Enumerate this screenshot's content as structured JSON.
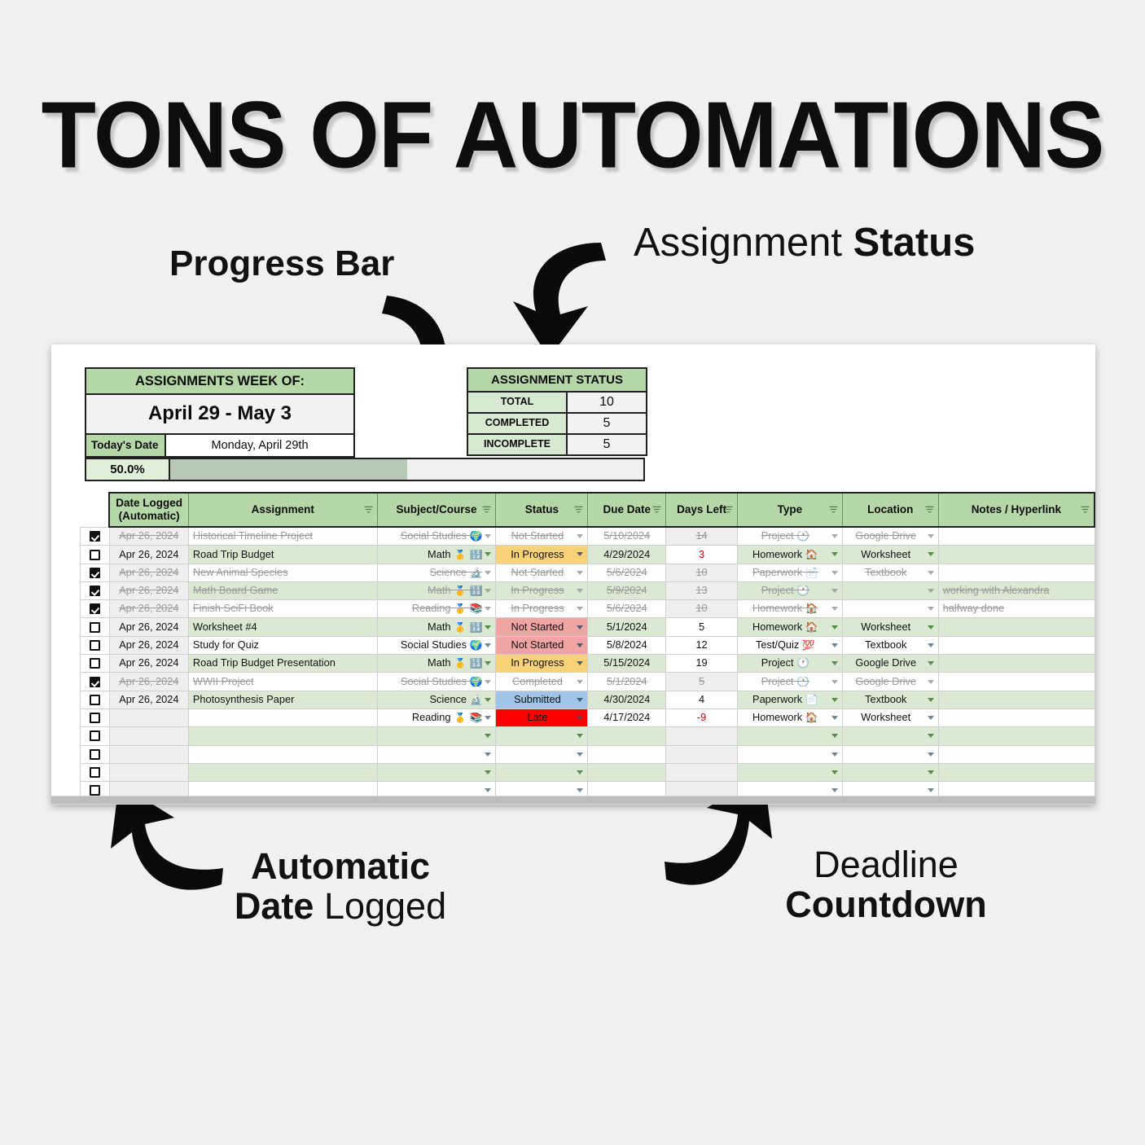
{
  "headline": "TONS OF AUTOMATIONS",
  "annotations": {
    "progress_bar": "Progress Bar",
    "assignment_status_light": "Assignment ",
    "assignment_status_bold": "Status",
    "automatic_bold": "Automatic",
    "date_bold": "Date",
    "logged_light": " Logged",
    "deadline_light": "Deadline",
    "countdown_bold": "Countdown"
  },
  "sheet": {
    "week_box": {
      "title": "ASSIGNMENTS WEEK OF:",
      "range": "April 29 - May 3",
      "today_label": "Today's Date",
      "today_value": "Monday, April 29th"
    },
    "status_box": {
      "title": "ASSIGNMENT STATUS",
      "rows": [
        {
          "key": "TOTAL",
          "value": "10"
        },
        {
          "key": "COMPLETED",
          "value": "5"
        },
        {
          "key": "INCOMPLETE",
          "value": "5"
        }
      ]
    },
    "progress": {
      "percent_label": "50.0%",
      "percent_value": 50,
      "fill_color": "#b7c9b6",
      "track_color": "#f0f0f0"
    },
    "columns": [
      "Date Logged (Automatic)",
      "Assignment",
      "Subject/Course",
      "Status",
      "Due Date",
      "Days Left",
      "Type",
      "Location",
      "Notes / Hyperlink"
    ],
    "column_header_lines": {
      "date_logged_l1": "Date Logged",
      "date_logged_l2": "(Automatic)",
      "assignment": "Assignment",
      "subject": "Subject/Course",
      "status": "Status",
      "due_date": "Due Date",
      "days_left": "Days Left",
      "type": "Type",
      "location": "Location",
      "notes": "Notes / Hyperlink"
    },
    "rows": [
      {
        "checked": true,
        "date": "Apr 26, 2024",
        "assignment": "Historical Timeline Project",
        "subject": "Social Studies 🌍",
        "status": "Not Started",
        "due": "5/10/2024",
        "days": "14",
        "type": "Project 🕐",
        "location": "Google Drive",
        "notes": ""
      },
      {
        "checked": false,
        "date": "Apr 26, 2024",
        "assignment": "Road Trip Budget",
        "subject": "Math 🥇 🔢",
        "status": "In Progress",
        "due": "4/29/2024",
        "days": "3",
        "type": "Homework 🏠",
        "location": "Worksheet",
        "notes": ""
      },
      {
        "checked": true,
        "date": "Apr 26, 2024",
        "assignment": "New Animal Species",
        "subject": "Science 🔬",
        "status": "Not Started",
        "due": "5/6/2024",
        "days": "10",
        "type": "Paperwork 📄",
        "location": "Textbook",
        "notes": ""
      },
      {
        "checked": true,
        "date": "Apr 26, 2024",
        "assignment": "Math Board Game",
        "subject": "Math 🥇 🔢",
        "status": "In Progress",
        "due": "5/9/2024",
        "days": "13",
        "type": "Project 🕐",
        "location": "",
        "notes": "working with Alexandra"
      },
      {
        "checked": true,
        "date": "Apr 26, 2024",
        "assignment": "Finish SciFi Book",
        "subject": "Reading 🥇 📚",
        "status": "In Progress",
        "due": "5/6/2024",
        "days": "10",
        "type": "Homework 🏠",
        "location": "",
        "notes": "halfway done"
      },
      {
        "checked": false,
        "date": "Apr 26, 2024",
        "assignment": "Worksheet #4",
        "subject": "Math 🥇 🔢",
        "status": "Not Started",
        "due": "5/1/2024",
        "days": "5",
        "type": "Homework 🏠",
        "location": "Worksheet",
        "notes": ""
      },
      {
        "checked": false,
        "date": "Apr 26, 2024",
        "assignment": "Study for Quiz",
        "subject": "Social Studies 🌍",
        "status": "Not Started",
        "due": "5/8/2024",
        "days": "12",
        "type": "Test/Quiz 💯",
        "location": "Textbook",
        "notes": ""
      },
      {
        "checked": false,
        "date": "Apr 26, 2024",
        "assignment": "Road Trip Budget Presentation",
        "subject": "Math 🥇 🔢",
        "status": "In Progress",
        "due": "5/15/2024",
        "days": "19",
        "type": "Project 🕐",
        "location": "Google Drive",
        "notes": ""
      },
      {
        "checked": true,
        "date": "Apr 26, 2024",
        "assignment": "WWII Project",
        "subject": "Social Studies 🌍",
        "status": "Completed",
        "due": "5/1/2024",
        "days": "5",
        "type": "Project 🕐",
        "location": "Google Drive",
        "notes": ""
      },
      {
        "checked": false,
        "date": "Apr 26, 2024",
        "assignment": "Photosynthesis Paper",
        "subject": "Science 🔬",
        "status": "Submitted",
        "due": "4/30/2024",
        "days": "4",
        "type": "Paperwork 📄",
        "location": "Textbook",
        "notes": ""
      },
      {
        "checked": false,
        "date": "",
        "assignment": "",
        "subject": "Reading 🥇 📚",
        "status": "Late",
        "due": "4/17/2024",
        "days": "-9",
        "type": "Homework 🏠",
        "location": "Worksheet",
        "notes": ""
      }
    ],
    "empty_row_count": 6,
    "colors": {
      "header_green": "#b6d7a8",
      "row_green": "#dbe8d3",
      "gray_column": "#efefef",
      "in_progress": "#fad379",
      "not_started": "#f0a4a4",
      "submitted": "#9fc5e8",
      "late": "#fe0000",
      "negative_days": "#d60000"
    }
  }
}
